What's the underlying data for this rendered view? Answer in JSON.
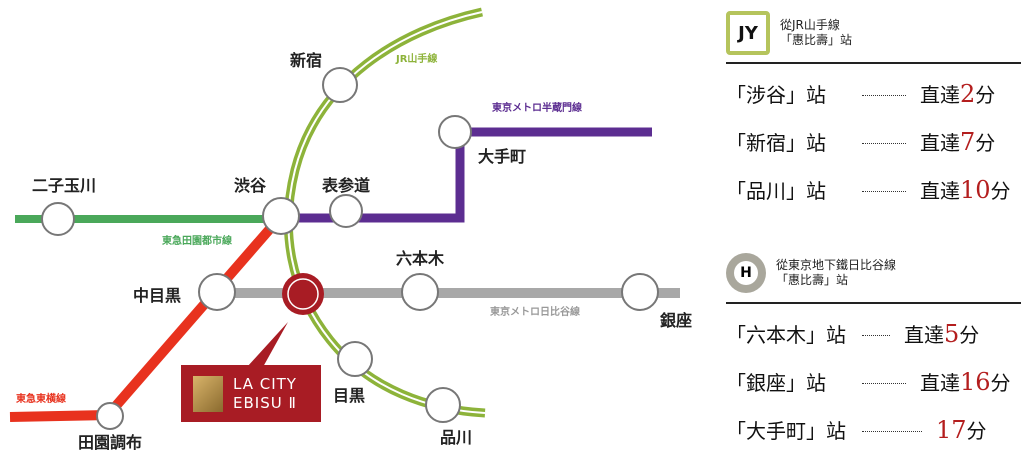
{
  "map": {
    "lines": {
      "jr_yamanote": {
        "label": "JR山手線",
        "color": "#8db33a"
      },
      "hanzomon": {
        "label": "東京メトロ半蔵門線",
        "color": "#5c2d91"
      },
      "den_en_toshi": {
        "label": "東急田園都市線",
        "color": "#4aa85a"
      },
      "hibiya": {
        "label": "東京メトロ日比谷線",
        "color": "#a8a8a8"
      },
      "toyoko": {
        "label": "東急東横線",
        "color": "#e8321e"
      }
    },
    "stations": {
      "shinjuku": "新宿",
      "otemachi": "大手町",
      "futako": "二子玉川",
      "shibuya": "渋谷",
      "omotesando": "表参道",
      "roppongi": "六本木",
      "nakameguro": "中目黒",
      "ginza": "銀座",
      "denenchofu": "田園調布",
      "meguro": "目黒",
      "shinagawa": "品川"
    },
    "logo": {
      "line1": "LA CITY",
      "line2": "EBISU Ⅱ"
    }
  },
  "jr_panel": {
    "badge": "JY",
    "title1": "從JR山手線",
    "title2": "「惠比壽」站",
    "rows": [
      {
        "name": "「涉谷」站",
        "prefix": "直達",
        "num": "2",
        "unit": "分"
      },
      {
        "name": "「新宿」站",
        "prefix": "直達",
        "num": "7",
        "unit": "分"
      },
      {
        "name": "「品川」站",
        "prefix": "直達",
        "num": "10",
        "unit": "分"
      }
    ]
  },
  "hibiya_panel": {
    "badge": "H",
    "title1": "從東京地下鐵日比谷線",
    "title2": "「惠比壽」站",
    "rows": [
      {
        "name": "「六本木」站",
        "prefix": "直達",
        "num": "5",
        "unit": "分"
      },
      {
        "name": "「銀座」站",
        "prefix": "直達",
        "num": "16",
        "unit": "分"
      },
      {
        "name": "「大手町」站",
        "prefix": "",
        "num": "17",
        "unit": "分"
      }
    ]
  }
}
